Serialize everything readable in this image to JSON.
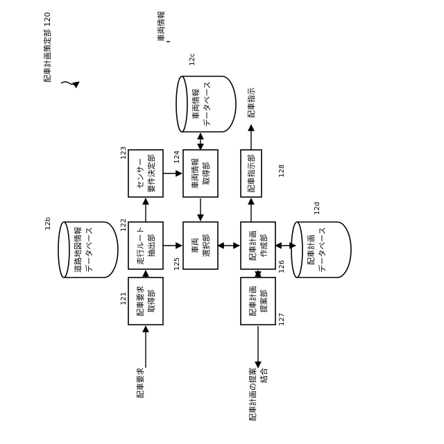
{
  "title": "配車計画策定部 120",
  "nodes": {
    "n121": {
      "ref": "121",
      "line1": "配車要求",
      "line2": "取得部"
    },
    "n122": {
      "ref": "122",
      "line1": "走行ルート",
      "line2": "抽出部"
    },
    "n123": {
      "ref": "123",
      "line1": "センサー",
      "line2": "要件決定部"
    },
    "n124": {
      "ref": "124",
      "line1": "車両情報",
      "line2": "取得部"
    },
    "n125": {
      "ref": "125",
      "line1": "車両",
      "line2": "選択部"
    },
    "n126": {
      "ref": "126",
      "line1": "配車計画",
      "line2": "作成部"
    },
    "n127": {
      "ref": "127",
      "line1": "配車計画",
      "line2": "提案部"
    },
    "n128": {
      "ref": "128",
      "line1": "配車指示部",
      "line2": ""
    }
  },
  "databases": {
    "db12b": {
      "ref": "12b",
      "line1": "道路地図情報",
      "line2": "データベース"
    },
    "db12c": {
      "ref": "12c",
      "line1": "車両情報",
      "line2": "データベース"
    },
    "db12d": {
      "ref": "12d",
      "line1": "配車計画",
      "line2": "データベース"
    }
  },
  "io_labels": {
    "input_request": "配車要求",
    "input_vehicle_info": "車両情報",
    "output_instruction": "配車指示",
    "output_proposal_line1": "配車計画の提案",
    "output_proposal_line2": "結合"
  }
}
